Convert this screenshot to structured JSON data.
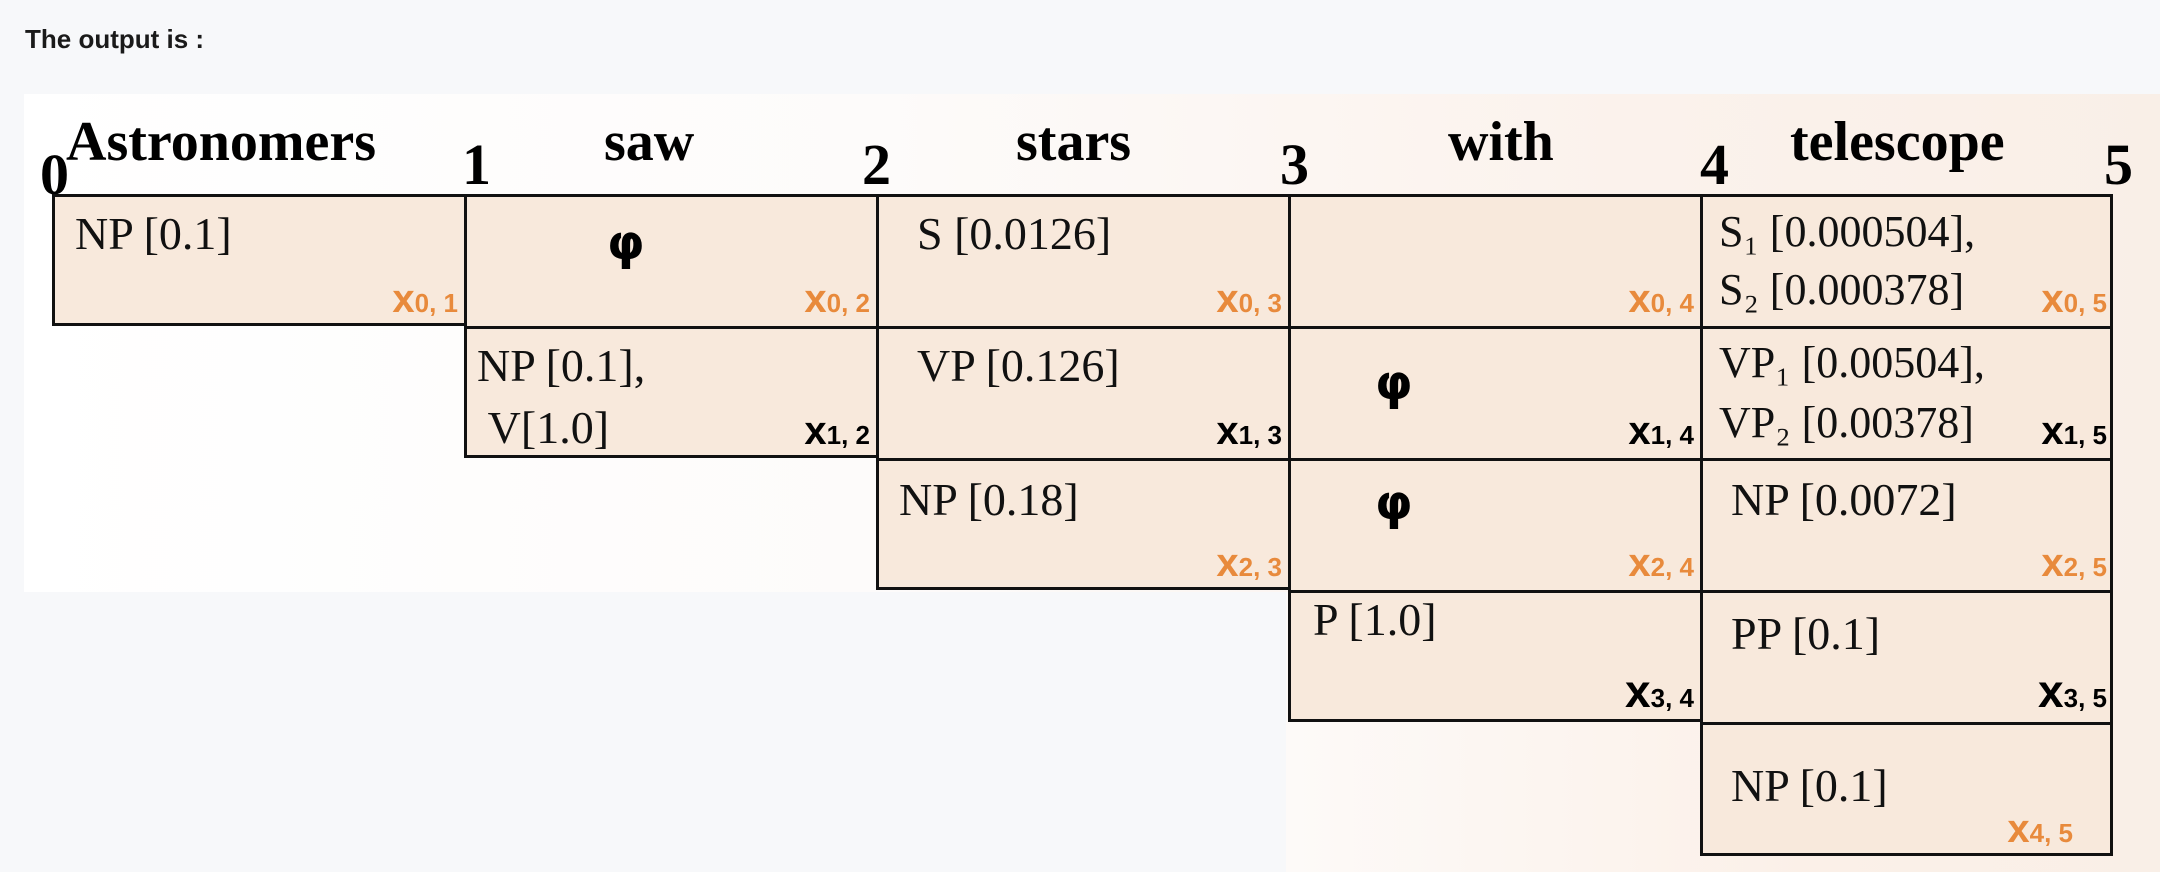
{
  "heading": "The output is :",
  "boundaries": [
    "0",
    "1",
    "2",
    "3",
    "4",
    "5"
  ],
  "words": [
    "Astronomers",
    "saw",
    "stars",
    "with",
    "telescope"
  ],
  "cells": {
    "x01": {
      "text": "NP [0.1]",
      "label": "x",
      "sub": "0, 1"
    },
    "x02": {
      "phi": "φ",
      "label": "x",
      "sub": "0, 2"
    },
    "x03": {
      "text": "S [0.0126]",
      "label": "x",
      "sub": "0, 3"
    },
    "x04": {
      "text": "",
      "label": "x",
      "sub": "0, 4"
    },
    "x05": {
      "text": "S₁ [0.000504],\nS₂ [0.000378]",
      "label": "x",
      "sub": "0, 5"
    },
    "x12": {
      "text": "NP [0.1],\n V[1.0]",
      "label": "x",
      "sub": "1, 2"
    },
    "x13": {
      "text": "VP [0.126]",
      "label": "x",
      "sub": "1, 3"
    },
    "x14": {
      "phi": "φ",
      "label": "x",
      "sub": "1, 4"
    },
    "x15": {
      "text": "VP₁ [0.00504],\nVP₂ [0.00378]",
      "label": "x",
      "sub": "1, 5"
    },
    "x23": {
      "text": "NP [0.18]",
      "label": "x",
      "sub": "2, 3"
    },
    "x24": {
      "phi": "φ",
      "label": "x",
      "sub": "2, 4"
    },
    "x25": {
      "text": "NP [0.0072]",
      "label": "x",
      "sub": "2, 5"
    },
    "x34": {
      "text": "P [1.0]",
      "label": "x",
      "sub": "3, 4"
    },
    "x35": {
      "text": "PP [0.1]",
      "label": "x",
      "sub": "3, 5"
    },
    "x45": {
      "text": "NP [0.1]",
      "label": "x",
      "sub": "4, 5"
    }
  },
  "colors": {
    "cell_fill": "#f8e9dc",
    "label_orange": "#e88a3c",
    "label_black": "#000000"
  }
}
